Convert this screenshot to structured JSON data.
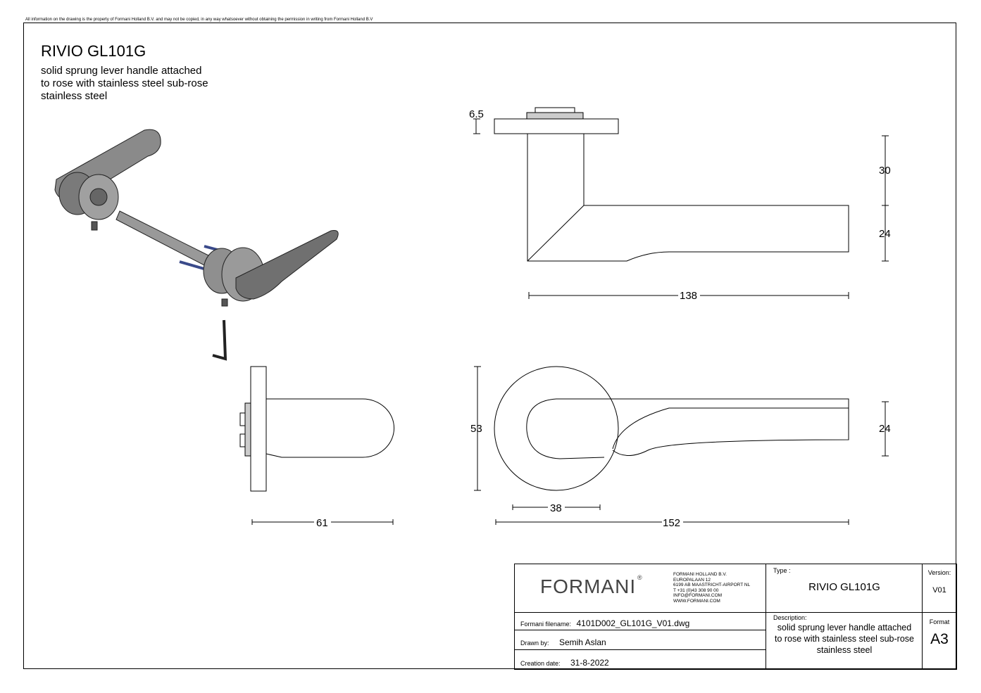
{
  "disclaimer": "All information on the drawing is the property of Formani Holland B.V. and may not be copied, in any way whatsoever without obtaining the permission in writing from Formani Holland B.V",
  "header": {
    "title": "RIVIO GL101G",
    "description_lines": [
      "solid sprung lever handle attached",
      "to rose with stainless steel sub-rose",
      "stainless steel"
    ]
  },
  "dimensions": {
    "rose_thickness": "6.5",
    "height_upper": "30",
    "height_lower": "24",
    "length_top": "138",
    "depth_side": "61",
    "rose_diameter": "53",
    "lever_width": "24",
    "inner_38": "38",
    "length_front": "152"
  },
  "title_block": {
    "logo": "FORMANI",
    "company_lines": [
      "FORMANI HOLLAND B.V.",
      "EUROPALAAN 12",
      "6199 AB MAASTRICHT-AIRPORT NL",
      "T +31 (0)43 308 90 00",
      "INFO@FORMANI.COM",
      "WWW.FORMANI.COM"
    ],
    "filename_label": "Formani filename:",
    "filename": "4101D002_GL101G_V01.dwg",
    "drawn_by_label": "Drawn by:",
    "drawn_by": "Semih Aslan",
    "date_label": "Creation date:",
    "date": "31-8-2022",
    "type_label": "Type :",
    "type": "RIVIO GL101G",
    "description_label": "Description:",
    "description_lines": [
      "solid sprung lever handle attached",
      "to rose with stainless steel sub-rose",
      "stainless steel"
    ],
    "version_label": "Version:",
    "version": "V01",
    "format_label": "Format",
    "format": "A3"
  }
}
